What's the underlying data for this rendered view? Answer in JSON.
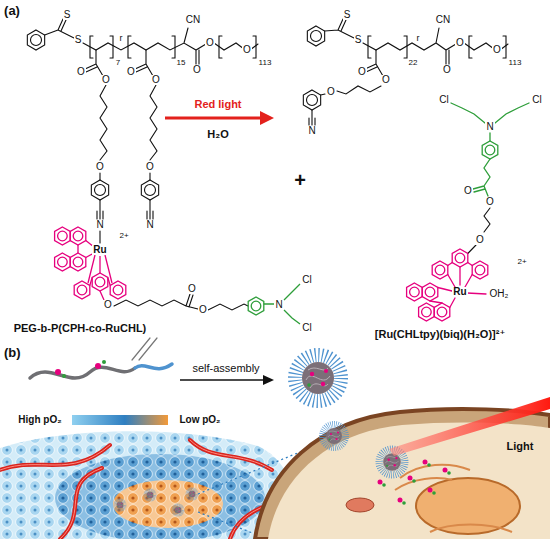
{
  "diagram": {
    "labels": [
      "(a)",
      "S",
      "S",
      "7",
      "r",
      "15",
      "CN",
      "O",
      "O",
      "O",
      "113",
      "O",
      "O",
      "O",
      "N",
      "O",
      "O",
      "O",
      "N",
      "Ru",
      "2+",
      "O",
      "O",
      "O",
      "N",
      "Cl",
      "Cl",
      "PEG-b-P(CPH-co-RuCHL)",
      "Red light",
      "H₂O",
      "S",
      "S",
      "22",
      "r",
      "CN",
      "O",
      "O",
      "O",
      "113",
      "O",
      "O",
      "O",
      "N",
      "+",
      "Cl",
      "Cl",
      "N",
      "O",
      "O",
      "O",
      "Ru",
      "OH₂",
      "2+",
      "[Ru(CHLtpy)(biq)(H₂O)]²⁺",
      "(b)",
      "self-assembly",
      "High pO₂",
      "Low pO₂",
      "Light"
    ]
  }
}
